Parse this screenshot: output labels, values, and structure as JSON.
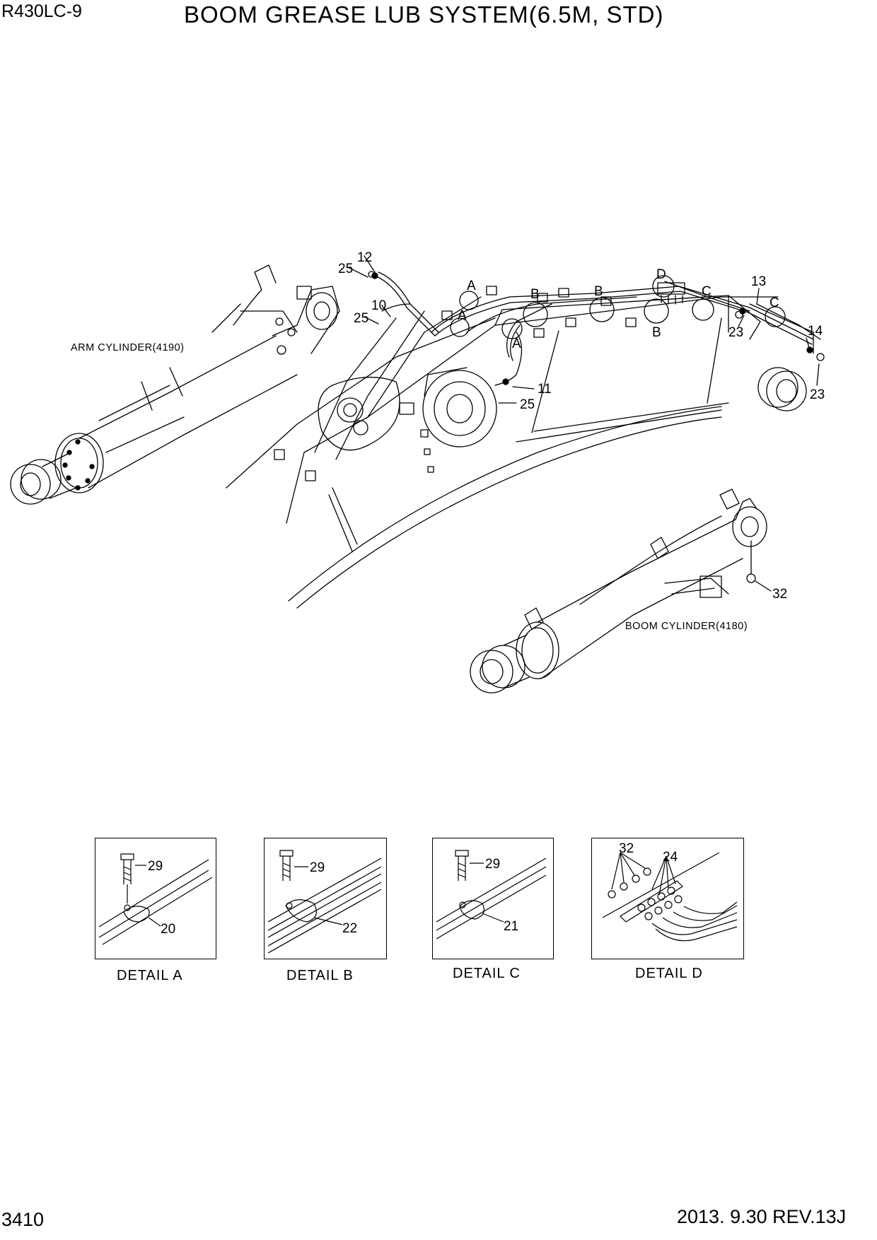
{
  "header": {
    "model": "R430LC-9",
    "title": "BOOM GREASE LUB SYSTEM(6.5M, STD)"
  },
  "footer": {
    "page_number": "3410",
    "date_revision": "2013. 9.30  REV.13J"
  },
  "main_view": {
    "arm_cylinder_label": "ARM CYLINDER(4190)",
    "boom_cylinder_label": "BOOM CYLINDER(4180)",
    "callouts": {
      "c12": "12",
      "c25a": "25",
      "c10": "10",
      "c25b": "25",
      "c11": "11",
      "c25c": "25",
      "c13": "13",
      "c14": "14",
      "c23a": "23",
      "c23b": "23",
      "c32": "32",
      "kA1": "A",
      "kA2": "A",
      "kA3": "A",
      "kB1": "B",
      "kB2": "B",
      "kB3": "B",
      "kC1": "C",
      "kC2": "C",
      "kD": "D"
    }
  },
  "details": [
    {
      "caption": "DETAIL  A",
      "bolt": "29",
      "clamp": "20"
    },
    {
      "caption": "DETAIL  B",
      "bolt": "29",
      "clamp": "22"
    },
    {
      "caption": "DETAIL  C",
      "bolt": "29",
      "clamp": "21"
    },
    {
      "caption": "DETAIL  D",
      "fitting": "32",
      "nipple": "24"
    }
  ]
}
